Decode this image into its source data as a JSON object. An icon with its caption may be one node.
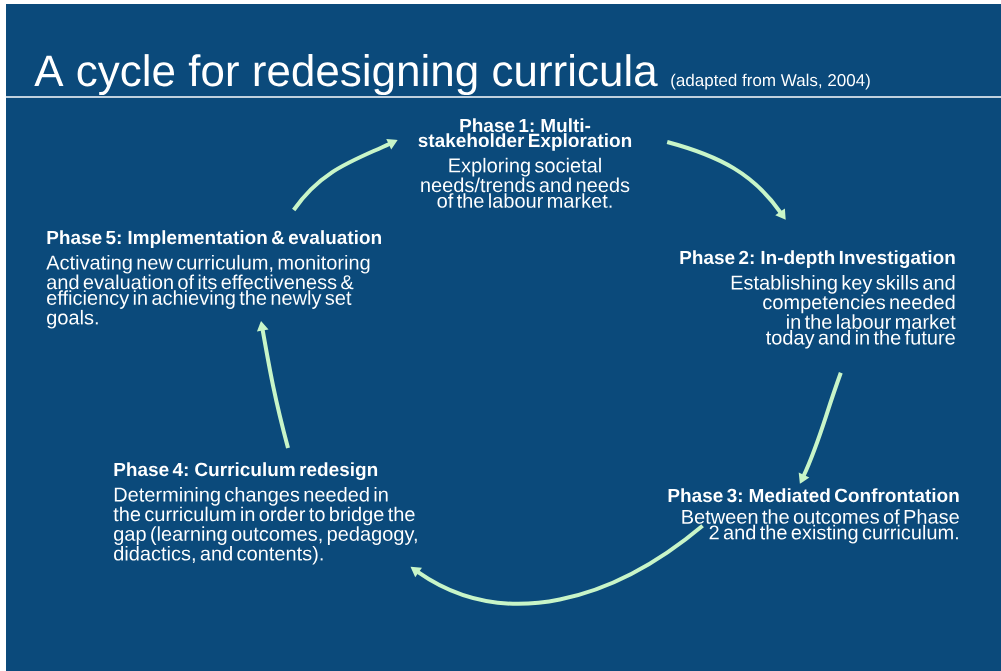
{
  "diagram": {
    "title": "A cycle for redesigning curricula",
    "nodes": [
      {
        "text": [
          "Phase 1: Multi-stakeholder Exploration",
          "Exploring societal needs/trends and needs of the labour market."
        ]
      },
      {
        "text": [
          "Phase 2: In-depth Investigation",
          "Establishing key skills and competencies needed in the labour market today and in the future"
        ]
      },
      {
        "text": [
          "Phase 3: Mediated Confrontation",
          "Between the outcomes of Phase 2 and the existing curriculum."
        ]
      },
      {
        "text": [
          "Phase 4: Curriculum redesign",
          "Determining changes needed in the curriculum in order to bridge the gap (learning outcomes, pedagogy, didactics, and contents)."
        ]
      },
      {
        "text": [
          "Phase 5: Implementation & evaluation",
          "Activating new curriculum, monitoring and evaluation of its effectiveness & efficiency in achieving the newly set goals."
        ]
      }
    ],
    "edges": [
      {
        "from": 4,
        "to": 0,
        "arrow": "to"
      },
      {
        "from": 0,
        "to": 1,
        "arrow": "to"
      },
      {
        "from": 1,
        "to": 2,
        "arrow": "to"
      },
      {
        "from": 2,
        "to": 3,
        "arrow": "to"
      },
      {
        "from": 3,
        "to": 4,
        "arrow": "to"
      }
    ],
    "labels": [
      "(adapted from Wals, 2004)"
    ]
  }
}
